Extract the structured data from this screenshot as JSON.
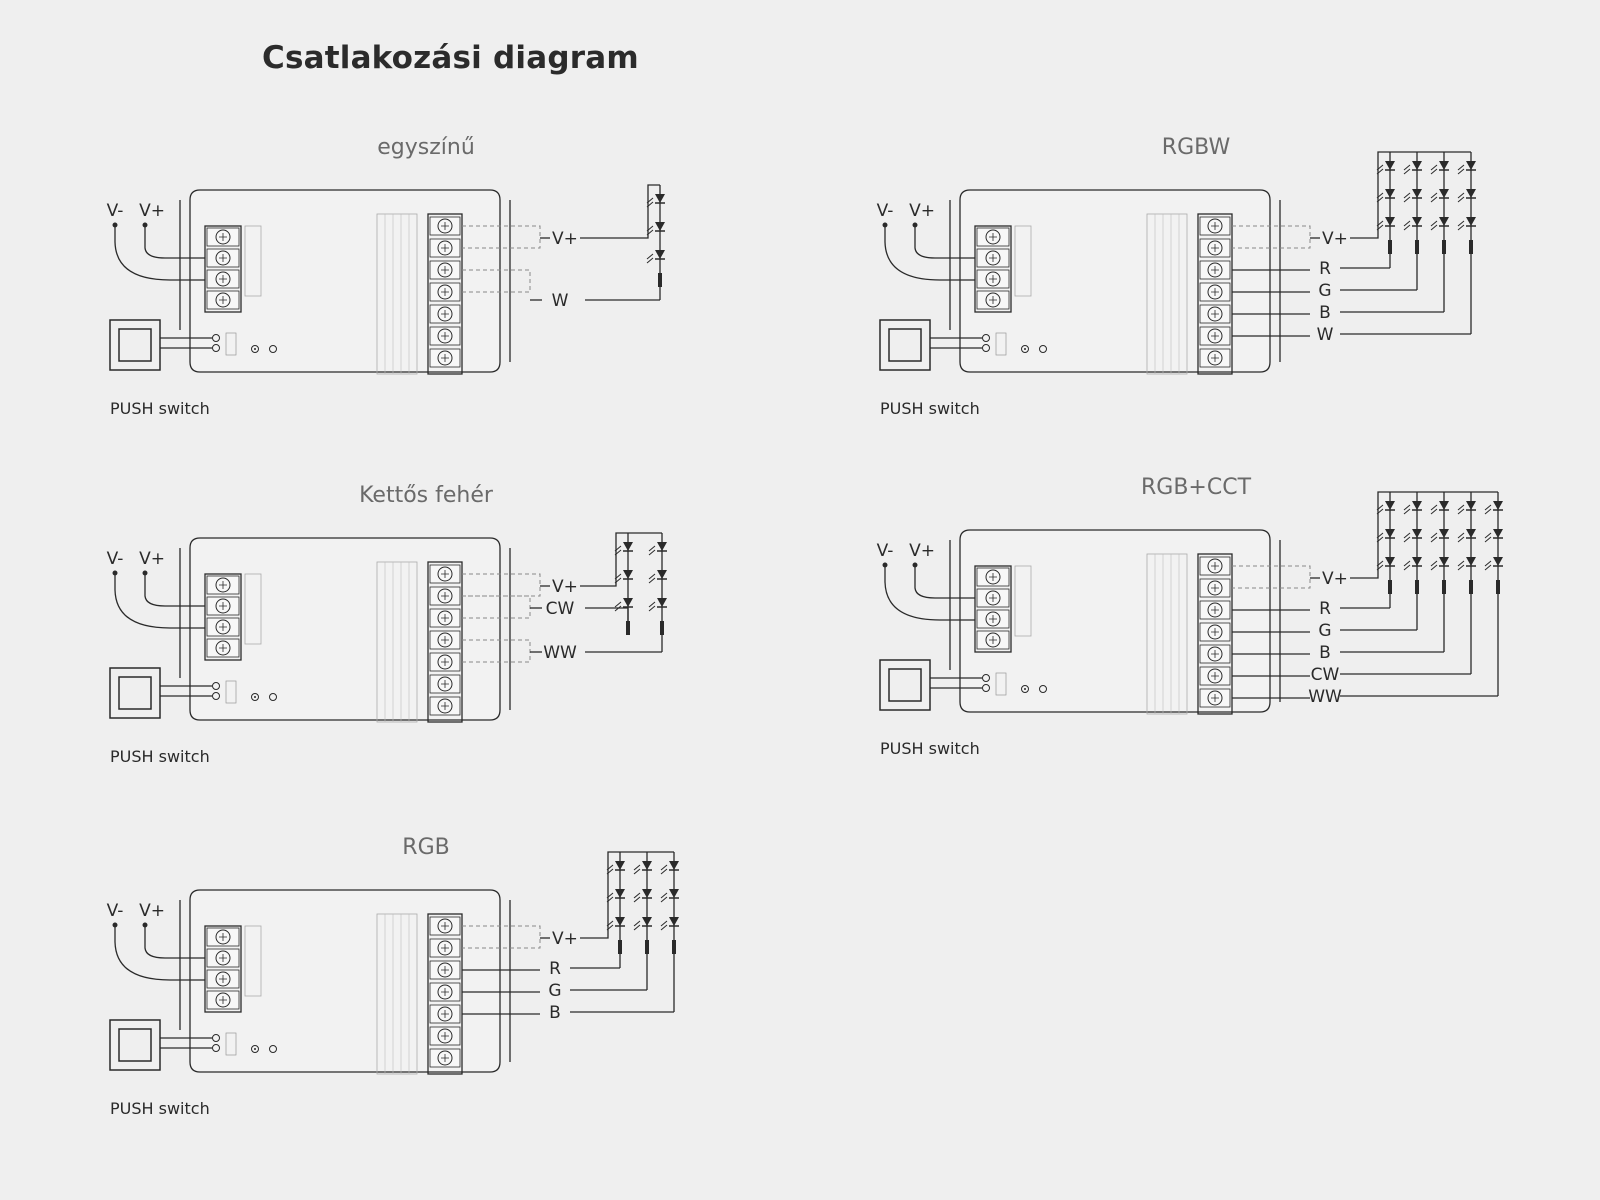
{
  "page": {
    "title": "Csatlakozási diagram"
  },
  "common": {
    "input_minus": "V-",
    "input_plus": "V+",
    "push_switch": "PUSH switch",
    "output_vplus": "V+"
  },
  "diagrams": [
    {
      "title": "egyszínű",
      "outputs": [
        "W"
      ]
    },
    {
      "title": "RGBW",
      "outputs": [
        "R",
        "G",
        "B",
        "W"
      ]
    },
    {
      "title": "Kettős fehér",
      "outputs": [
        "CW",
        "WW"
      ]
    },
    {
      "title": "RGB+CCT",
      "outputs": [
        "R",
        "G",
        "B",
        "CW",
        "WW"
      ]
    },
    {
      "title": "RGB",
      "outputs": [
        "R",
        "G",
        "B"
      ]
    }
  ],
  "colors": {
    "background": "#efefef",
    "line": "#2a2a2a",
    "title": "#2b2b2b",
    "subtitle": "#6a6a6a"
  }
}
